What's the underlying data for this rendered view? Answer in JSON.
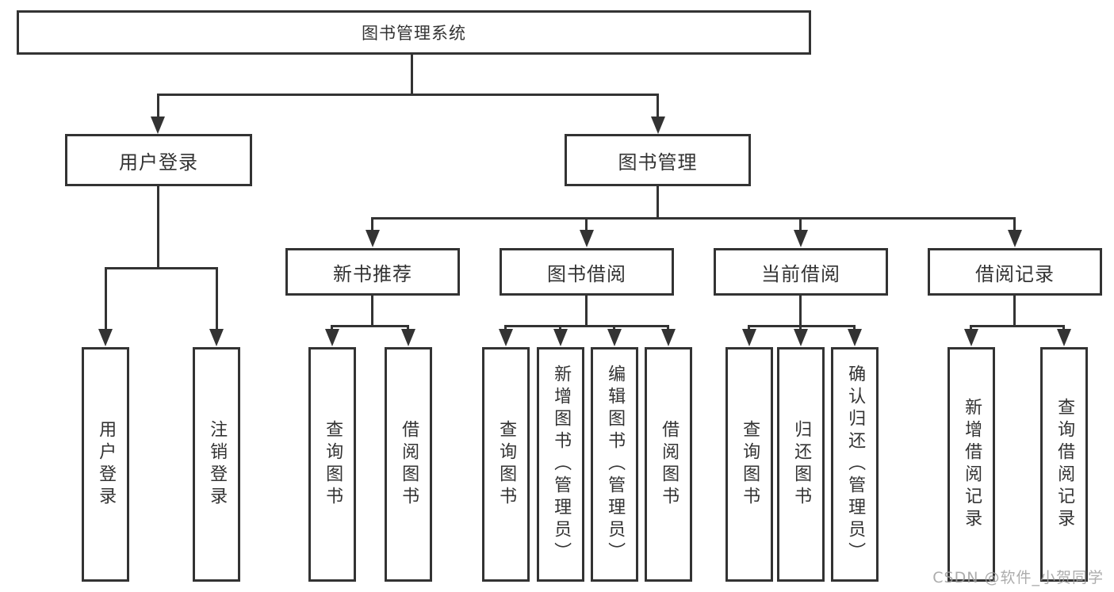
{
  "colors": {
    "line": "#333333",
    "text": "#333333",
    "box_background": "#ffffff",
    "watermark": "#9e9e9e"
  },
  "watermark": {
    "text": "CSDN @软件_小贺同学"
  },
  "diagram": {
    "root_label": "图书管理系统",
    "branches": [
      {
        "label": "用户登录",
        "leaves": [
          "用户登录",
          "注销登录"
        ]
      },
      {
        "label": "图书管理",
        "sections": [
          {
            "label": "新书推荐",
            "leaves": [
              "查询图书",
              "借阅图书"
            ]
          },
          {
            "label": "图书借阅",
            "leaves": [
              "查询图书",
              "新增图书（管理员）",
              "编辑图书（管理员）",
              "借阅图书"
            ]
          },
          {
            "label": "当前借阅",
            "leaves": [
              "查询图书",
              "归还图书",
              "确认归还（管理员）"
            ]
          },
          {
            "label": "借阅记录",
            "leaves": [
              "新增借阅记录",
              "查询借阅记录"
            ]
          }
        ]
      }
    ]
  }
}
